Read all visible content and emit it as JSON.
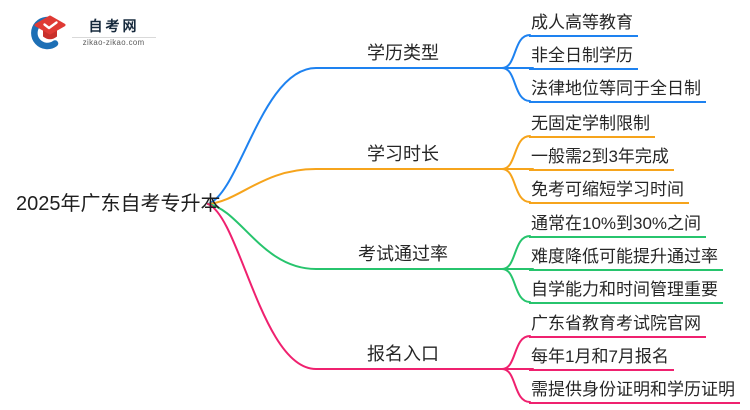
{
  "logo": {
    "icon": "graduation-cap-with-blue-crescent",
    "site_name": "自考网",
    "site_url": "zikao-zikao.com",
    "cap_color": "#df3a34",
    "cap_base_color": "#c8302b",
    "crescent_color": "#1d6fb5"
  },
  "root": {
    "label": "2025年广东自考专升本"
  },
  "branches": [
    {
      "label": "学历类型",
      "color": "#1e82f0",
      "children": [
        "成人高等教育",
        "非全日制学历",
        "法律地位等同于全日制"
      ]
    },
    {
      "label": "学习时长",
      "color": "#f6a41c",
      "children": [
        "无固定学制限制",
        "一般需2到3年完成",
        "免考可缩短学习时间"
      ]
    },
    {
      "label": "考试通过率",
      "color": "#27c46d",
      "children": [
        "通常在10%到30%之间",
        "难度降低可能提升通过率",
        "自学能力和时间管理重要"
      ]
    },
    {
      "label": "报名入口",
      "color": "#ef216f",
      "children": [
        "广东省教育考试院官网",
        "每年1月和7月报名",
        "需提供身份证明和学历证明"
      ]
    }
  ],
  "layout_text_color": "#262626"
}
